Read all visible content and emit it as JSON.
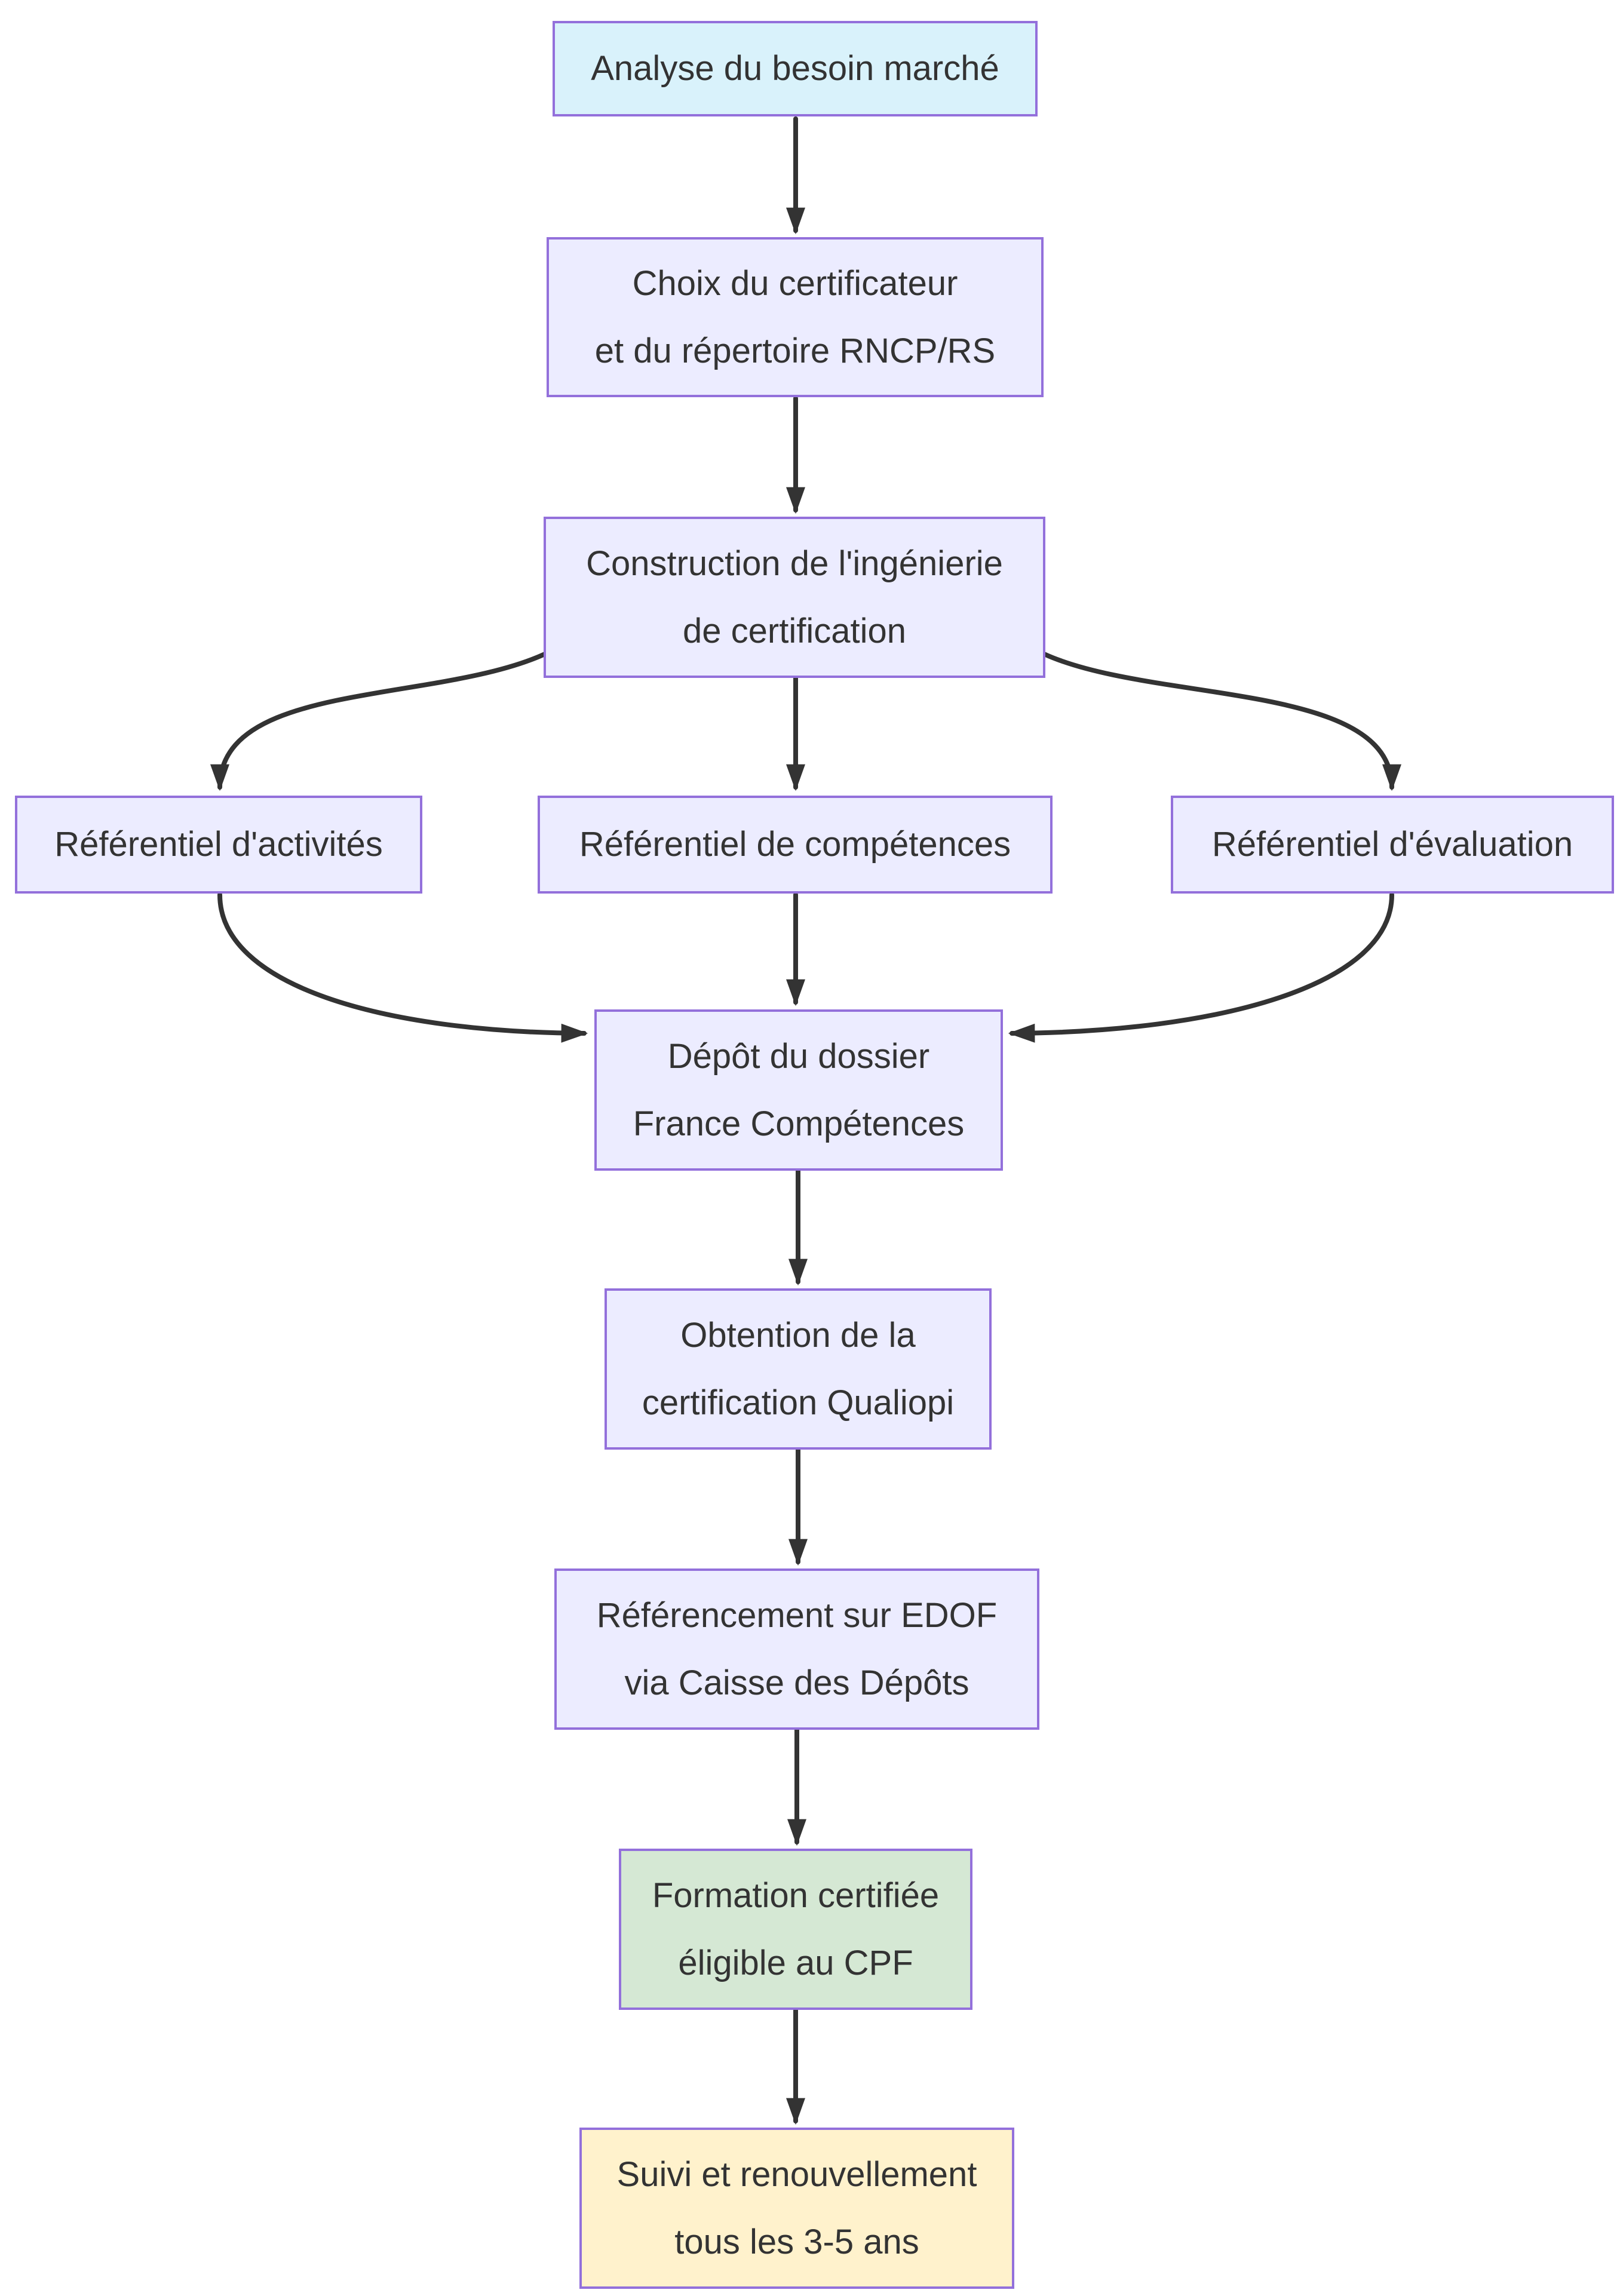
{
  "diagram": {
    "type": "flowchart",
    "direction": "top-down",
    "nodes": [
      {
        "id": "analyse",
        "kind": "start",
        "lines": [
          "Analyse du besoin marché"
        ]
      },
      {
        "id": "choix",
        "kind": "default",
        "lines": [
          "Choix du certificateur",
          "et du répertoire RNCP/RS"
        ]
      },
      {
        "id": "construction",
        "kind": "default",
        "lines": [
          "Construction de l'ingénierie",
          "de certification"
        ]
      },
      {
        "id": "ref_activites",
        "kind": "default",
        "lines": [
          "Référentiel d'activités"
        ]
      },
      {
        "id": "ref_competences",
        "kind": "default",
        "lines": [
          "Référentiel de compétences"
        ]
      },
      {
        "id": "ref_evaluation",
        "kind": "default",
        "lines": [
          "Référentiel d'évaluation"
        ]
      },
      {
        "id": "depot",
        "kind": "default",
        "lines": [
          "Dépôt du dossier",
          "France Compétences"
        ]
      },
      {
        "id": "obtention",
        "kind": "default",
        "lines": [
          "Obtention de la",
          "certification Qualiopi"
        ]
      },
      {
        "id": "referencement",
        "kind": "default",
        "lines": [
          "Référencement sur EDOF",
          "via Caisse des Dépôts"
        ]
      },
      {
        "id": "formation",
        "kind": "success",
        "lines": [
          "Formation certifiée",
          "éligible au CPF"
        ]
      },
      {
        "id": "suivi",
        "kind": "renewal",
        "lines": [
          "Suivi et renouvellement",
          "tous les 3-5 ans"
        ]
      }
    ],
    "edges": [
      {
        "from": "analyse",
        "to": "choix"
      },
      {
        "from": "choix",
        "to": "construction"
      },
      {
        "from": "construction",
        "to": "ref_activites"
      },
      {
        "from": "construction",
        "to": "ref_competences"
      },
      {
        "from": "construction",
        "to": "ref_evaluation"
      },
      {
        "from": "ref_activites",
        "to": "depot"
      },
      {
        "from": "ref_competences",
        "to": "depot"
      },
      {
        "from": "ref_evaluation",
        "to": "depot"
      },
      {
        "from": "depot",
        "to": "obtention"
      },
      {
        "from": "obtention",
        "to": "referencement"
      },
      {
        "from": "referencement",
        "to": "formation"
      },
      {
        "from": "formation",
        "to": "suivi"
      }
    ]
  },
  "colors": {
    "background": "#ffffff",
    "node_fill_start": "#d9f2fb",
    "node_fill_default": "#ececff",
    "node_fill_success": "#d5e8d4",
    "node_fill_renewal": "#fff2cc",
    "node_border": "#9370db",
    "edge": "#333333",
    "text": "#333333"
  }
}
